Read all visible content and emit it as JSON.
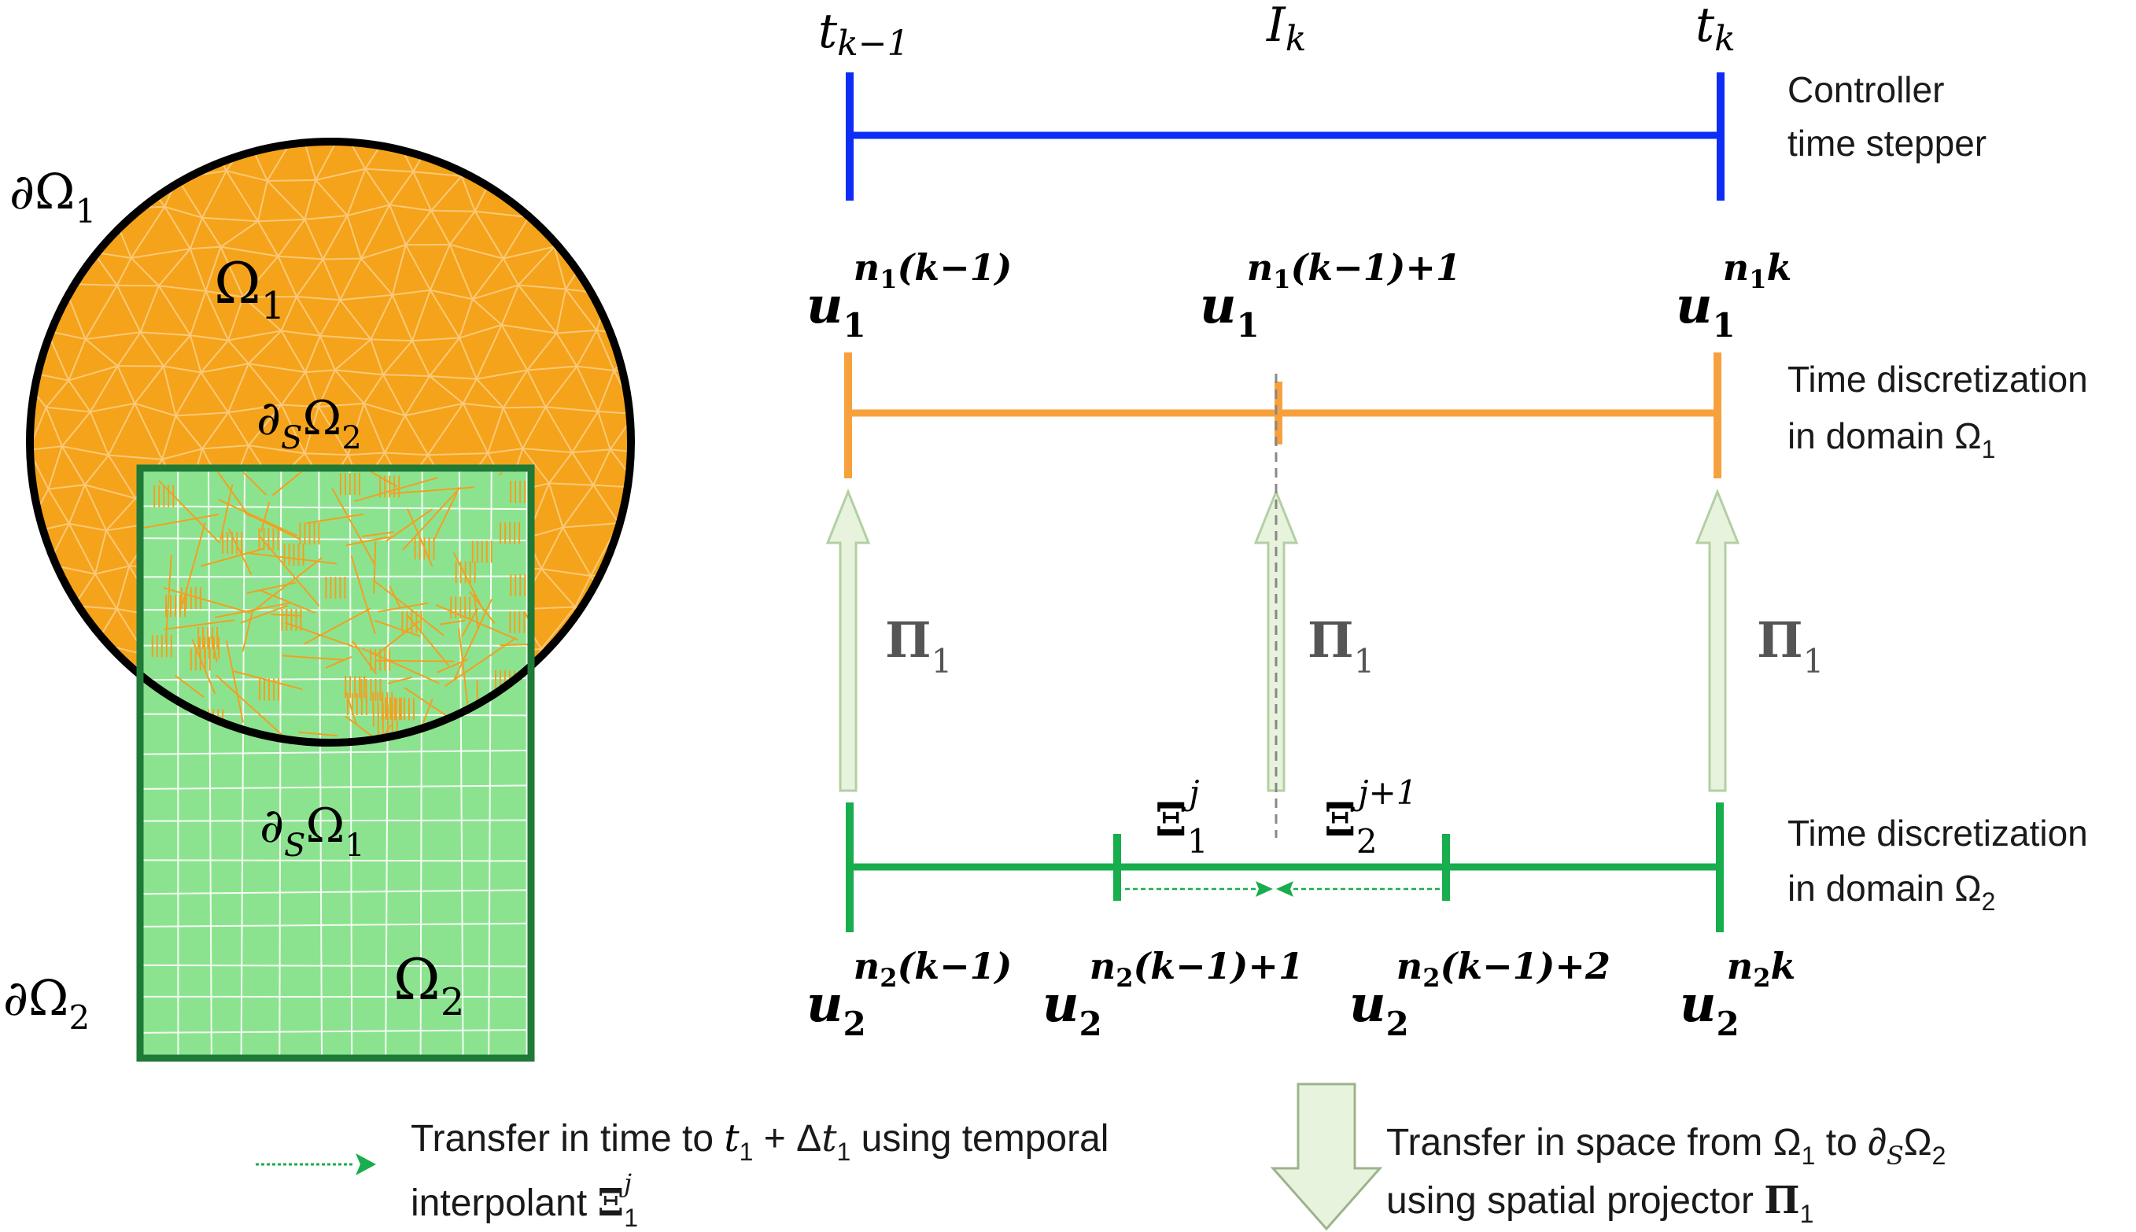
{
  "colors": {
    "controller": "#0d2cf5",
    "domain1": "#f7a13d",
    "domain1_fill": "#f5a31a",
    "domain2": "#18ad4d",
    "domain2_fill": "#8ce38f",
    "domain2_border": "#1e7a36",
    "projector_arrow_fill": "#e8f3dd",
    "projector_arrow_stroke": "#b3cfa3"
  },
  "left_diagram": {
    "boundary_omega1": "∂Ω",
    "boundary_omega1_sub": "1",
    "omega1": "Ω",
    "omega1_sub": "1",
    "interface_s_omega2": "∂",
    "interface_s_omega2_sub": "S",
    "interface_s_omega2_tail": "Ω",
    "interface_s_omega2_tail_sub": "2",
    "interface_s_omega1": "∂",
    "interface_s_omega1_sub": "S",
    "interface_s_omega1_tail": "Ω",
    "interface_s_omega1_tail_sub": "1",
    "boundary_omega2": "∂Ω",
    "boundary_omega2_sub": "2",
    "omega2": "Ω",
    "omega2_sub": "2"
  },
  "timeline": {
    "t_prev": "t",
    "t_prev_sub": "k−1",
    "interval": "I",
    "interval_sub": "k",
    "t_curr": "t",
    "t_curr_sub": "k",
    "controller_label_line1": "Controller",
    "controller_label_line2": "time stepper",
    "domain1_label_line1": "Time discretization",
    "domain1_label_line2": "in domain Ω",
    "domain1_label_sub": "1",
    "domain2_label_line1": "Time discretization",
    "domain2_label_line2": "in domain Ω",
    "domain2_label_sub": "2"
  },
  "u1_labels": [
    {
      "base": "u",
      "sub": "1",
      "sup": "n",
      "sup_sub": "1",
      "sup_tail": "(k−1)"
    },
    {
      "base": "u",
      "sub": "1",
      "sup": "n",
      "sup_sub": "1",
      "sup_tail": "(k−1)+1"
    },
    {
      "base": "u",
      "sub": "1",
      "sup": "n",
      "sup_sub": "1",
      "sup_tail": "k"
    }
  ],
  "u2_labels": [
    {
      "base": "u",
      "sub": "2",
      "sup": "n",
      "sup_sub": "2",
      "sup_tail": "(k−1)"
    },
    {
      "base": "u",
      "sub": "2",
      "sup": "n",
      "sup_sub": "2",
      "sup_tail": "(k−1)+1"
    },
    {
      "base": "u",
      "sub": "2",
      "sup": "n",
      "sup_sub": "2",
      "sup_tail": "(k−1)+2"
    },
    {
      "base": "u",
      "sub": "2",
      "sup": "n",
      "sup_sub": "2",
      "sup_tail": "k"
    }
  ],
  "projectors": [
    {
      "symbol": "Π",
      "sub": "1"
    },
    {
      "symbol": "Π",
      "sub": "1"
    },
    {
      "symbol": "Π",
      "sub": "1"
    }
  ],
  "interpolants": [
    {
      "symbol": "Ξ",
      "sub": "1",
      "sup": "j"
    },
    {
      "symbol": "Ξ",
      "sub": "2",
      "sup": "j+1"
    }
  ],
  "legend": {
    "time_transfer_line1_a": "Transfer in time to ",
    "time_transfer_t": "t",
    "time_transfer_t_sub": "1",
    "time_transfer_plus": " + Δ",
    "time_transfer_dt": "t",
    "time_transfer_dt_sub": "1",
    "time_transfer_line1_b": " using temporal",
    "time_transfer_line2": "interpolant ",
    "time_transfer_xi": "Ξ",
    "time_transfer_xi_sub": "1",
    "time_transfer_xi_sup": "j",
    "space_transfer_line1_a": "Transfer in space from Ω",
    "space_transfer_line1_sub1": "1",
    "space_transfer_line1_b": " to ∂",
    "space_transfer_line1_sub2": "S",
    "space_transfer_line1_c": "Ω",
    "space_transfer_line1_sub3": "2",
    "space_transfer_line2": "using spatial projector ",
    "space_transfer_pi": "Π",
    "space_transfer_pi_sub": "1"
  }
}
